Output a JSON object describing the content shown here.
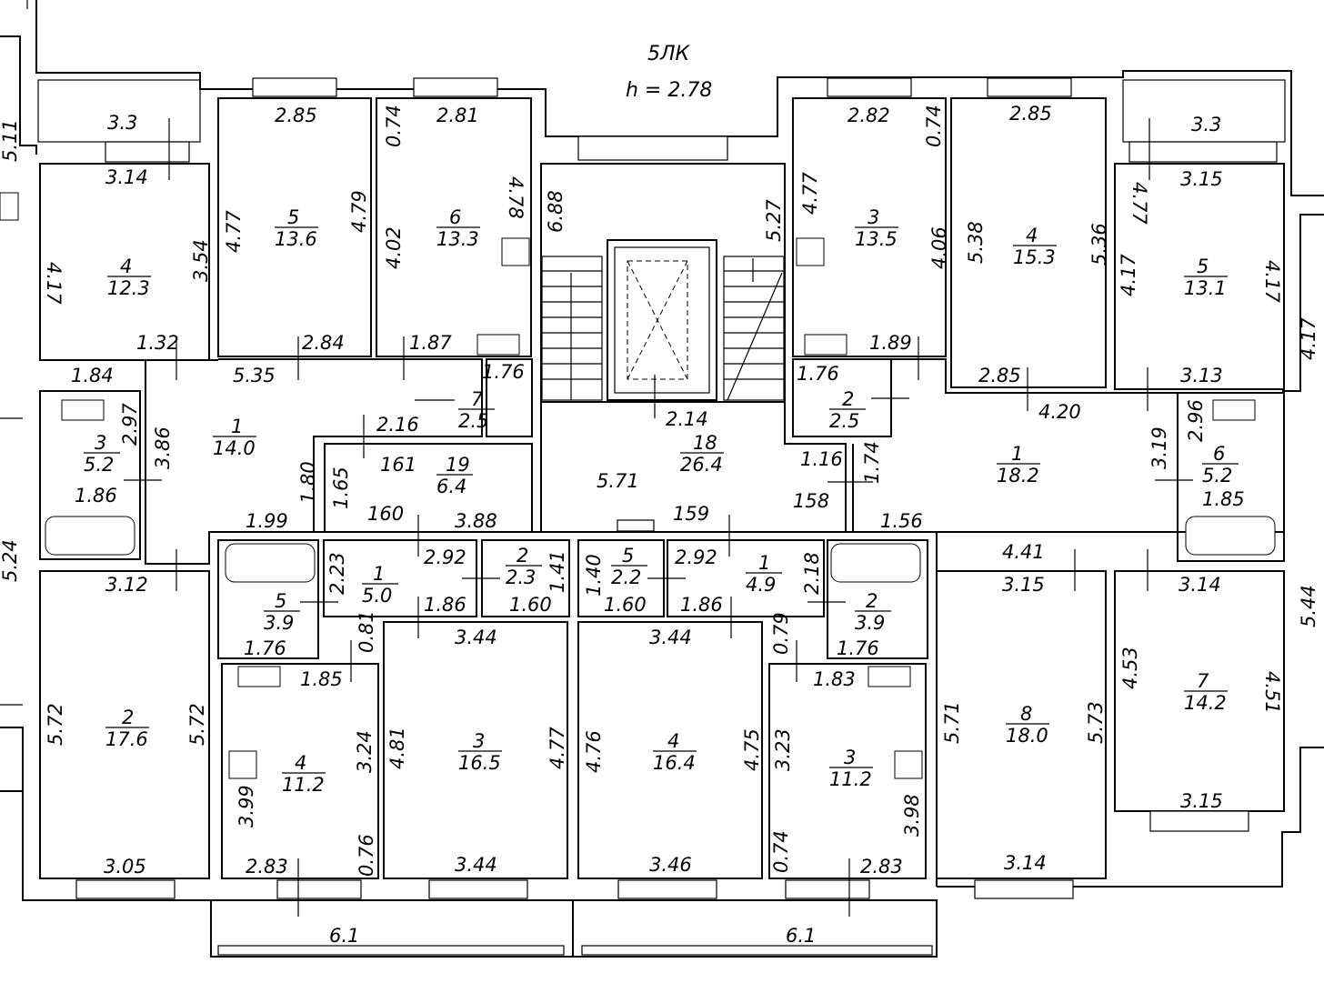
{
  "header": {
    "section": "5ЛК",
    "height": "h = 2.78"
  },
  "rooms": [
    {
      "num": "4",
      "area": "12.3"
    },
    {
      "num": "5",
      "area": "13.6"
    },
    {
      "num": "6",
      "area": "13.3"
    },
    {
      "num": "3",
      "area": "13.5"
    },
    {
      "num": "4",
      "area": "15.3"
    },
    {
      "num": "5",
      "area": "13.1"
    },
    {
      "num": "1",
      "area": "14.0"
    },
    {
      "num": "7",
      "area": "2.5"
    },
    {
      "num": "3",
      "area": "5.2"
    },
    {
      "num": "19",
      "area": "6.4"
    },
    {
      "num": "18",
      "area": "26.4"
    },
    {
      "num": "2",
      "area": "2.5"
    },
    {
      "num": "1",
      "area": "18.2"
    },
    {
      "num": "6",
      "area": "5.2"
    },
    {
      "num": "2",
      "area": "17.6"
    },
    {
      "num": "5",
      "area": "3.9"
    },
    {
      "num": "1",
      "area": "5.0"
    },
    {
      "num": "2",
      "area": "2.3"
    },
    {
      "num": "5",
      "area": "2.2"
    },
    {
      "num": "1",
      "area": "4.9"
    },
    {
      "num": "2",
      "area": "3.9"
    },
    {
      "num": "4",
      "area": "11.2"
    },
    {
      "num": "3",
      "area": "16.5"
    },
    {
      "num": "4",
      "area": "16.4"
    },
    {
      "num": "3",
      "area": "11.2"
    },
    {
      "num": "8",
      "area": "18.0"
    },
    {
      "num": "7",
      "area": "14.2"
    }
  ],
  "dimensions": [
    "3.3",
    "3.14",
    "2.85",
    "2.81",
    "0.74",
    "4.78",
    "6.88",
    "5.27",
    "4.77",
    "2.82",
    "0.74",
    "2.85",
    "3.3",
    "3.15",
    "4.17",
    "3.54",
    "4.77",
    "4.79",
    "4.02",
    "4.77",
    "4.06",
    "5.38",
    "5.36",
    "4.17",
    "4.17",
    "4.17",
    "1.32",
    "2.84",
    "1.87",
    "1.89",
    "1.84",
    "5.35",
    "1.76",
    "1.76",
    "2.85",
    "4.20",
    "3.13",
    "2.97",
    "3.86",
    "2.16",
    "2.14",
    "2.96",
    "3.19",
    "1.86",
    "161",
    "160",
    "3.88",
    "1.65",
    "1.80",
    "5.71",
    "159",
    "1.16",
    "158",
    "1.74",
    "1.85",
    "1.99",
    "1.56",
    "4.41",
    "3.12",
    "3.15",
    "3.14",
    "5.24",
    "5.44",
    "2.23",
    "2.92",
    "1.41",
    "1.40",
    "2.92",
    "2.18",
    "1.86",
    "1.60",
    "1.60",
    "1.86",
    "0.79",
    "0.81",
    "1.76",
    "3.44",
    "3.44",
    "1.76",
    "1.85",
    "1.83",
    "5.72",
    "5.72",
    "3.24",
    "4.81",
    "4.77",
    "4.76",
    "4.75",
    "3.23",
    "5.71",
    "5.73",
    "4.53",
    "4.51",
    "3.99",
    "3.98",
    "0.76",
    "0.74",
    "3.05",
    "2.83",
    "3.44",
    "3.46",
    "2.83",
    "3.14",
    "3.15",
    "6.1",
    "6.1",
    "5.11"
  ]
}
